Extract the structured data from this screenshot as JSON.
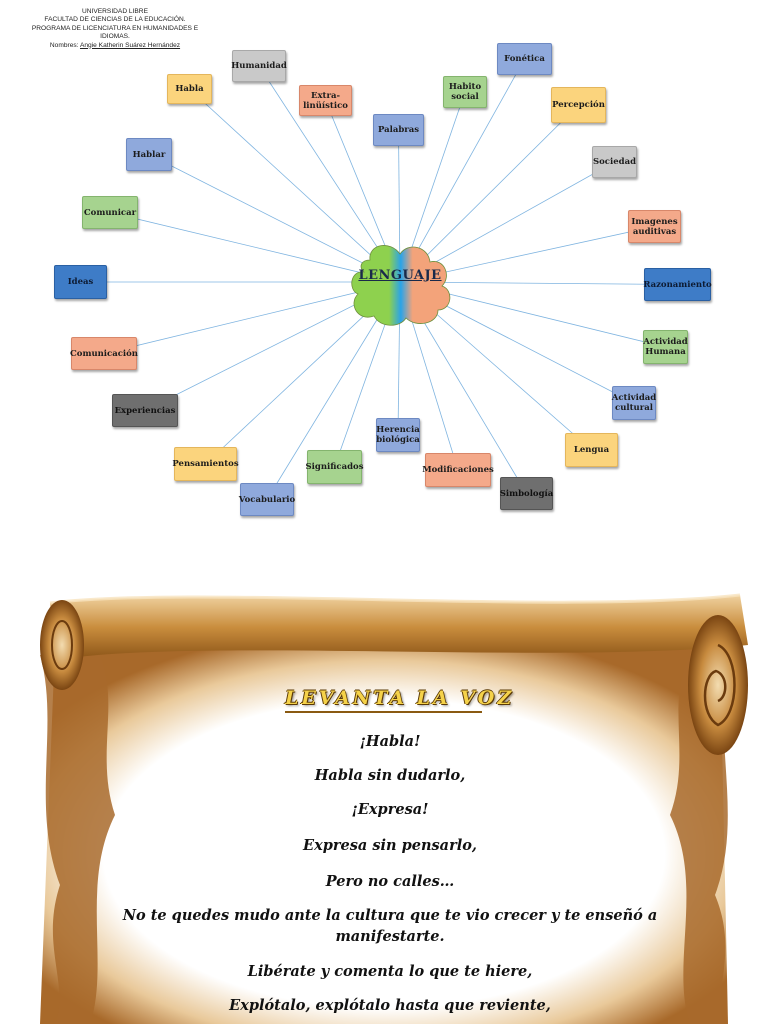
{
  "header": {
    "lines": [
      "UNIVERSIDAD LIBRE",
      "FACULTAD DE CIENCIAS DE LA EDUCACIÓN.",
      "PROGRAMA DE LICENCIATURA EN HUMANIDADES E",
      "IDIOMAS."
    ],
    "author_prefix": "Nombres: ",
    "author_name": "Angie Katherin Suárez Hernández"
  },
  "concept_map": {
    "center": "LENGUAJE",
    "nodes": [
      {
        "id": "habla",
        "label": "Habla",
        "color": "yellow"
      },
      {
        "id": "humanidad",
        "label": "Humanidad",
        "color": "gray"
      },
      {
        "id": "extralinguistico",
        "label": "Extra-\nlinüístico",
        "color": "salmon"
      },
      {
        "id": "palabras",
        "label": "Palabras",
        "color": "blue"
      },
      {
        "id": "habito-social",
        "label": "Habito\nsocial",
        "color": "green"
      },
      {
        "id": "fonetica",
        "label": "Fonética",
        "color": "blue"
      },
      {
        "id": "percepcion",
        "label": "Percepción",
        "color": "yellow"
      },
      {
        "id": "hablar",
        "label": "Hablar",
        "color": "blue"
      },
      {
        "id": "sociedad",
        "label": "Sociedad",
        "color": "gray"
      },
      {
        "id": "comunicar",
        "label": "Comunicar",
        "color": "green"
      },
      {
        "id": "imagenes-auditivas",
        "label": "Imagenes\nauditivas",
        "color": "salmon"
      },
      {
        "id": "ideas",
        "label": "Ideas",
        "color": "dblue"
      },
      {
        "id": "razonamiento",
        "label": "Razonamiento",
        "color": "dblue"
      },
      {
        "id": "actividad-humana",
        "label": "Actividad\nHumana",
        "color": "green"
      },
      {
        "id": "comunicacion",
        "label": "Comunicación",
        "color": "salmon"
      },
      {
        "id": "actividad-cultural",
        "label": "Actividad\ncultural",
        "color": "blue"
      },
      {
        "id": "experiencias",
        "label": "Experiencias",
        "color": "dgray"
      },
      {
        "id": "lengua",
        "label": "Lengua",
        "color": "yellow"
      },
      {
        "id": "herencia-biologica",
        "label": "Herencia\nbiológica",
        "color": "blue"
      },
      {
        "id": "pensamientos",
        "label": "Pensamientos",
        "color": "yellow"
      },
      {
        "id": "significados",
        "label": "Significados",
        "color": "green"
      },
      {
        "id": "modificaciones",
        "label": "Modificaciones",
        "color": "salmon"
      },
      {
        "id": "simbologia",
        "label": "Simbología",
        "color": "dgray"
      },
      {
        "id": "vocabulario",
        "label": "Vocabulario",
        "color": "blue"
      }
    ]
  },
  "poem": {
    "title": "LEVANTA LA VOZ",
    "verses": [
      "¡Habla!",
      "Habla sin dudarlo,",
      "¡Expresa!",
      "Expresa sin pensarlo,",
      "Pero no calles…",
      "No te quedes mudo ante la cultura que te vio crecer y te enseñó a manifestarte.",
      "Libérate y comenta lo que te hiere,",
      "Explótalo, explótalo hasta que reviente,"
    ]
  },
  "colors": {
    "yellow": "#fbd47d",
    "gray": "#c9c9c9",
    "salmon": "#f4a98a",
    "blue": "#8fa9dc",
    "green": "#a6d38f",
    "dblue": "#3e7cc7",
    "dgray": "#6f6f6f",
    "connector": "#7fb4e0",
    "scroll": "#b0752a"
  }
}
